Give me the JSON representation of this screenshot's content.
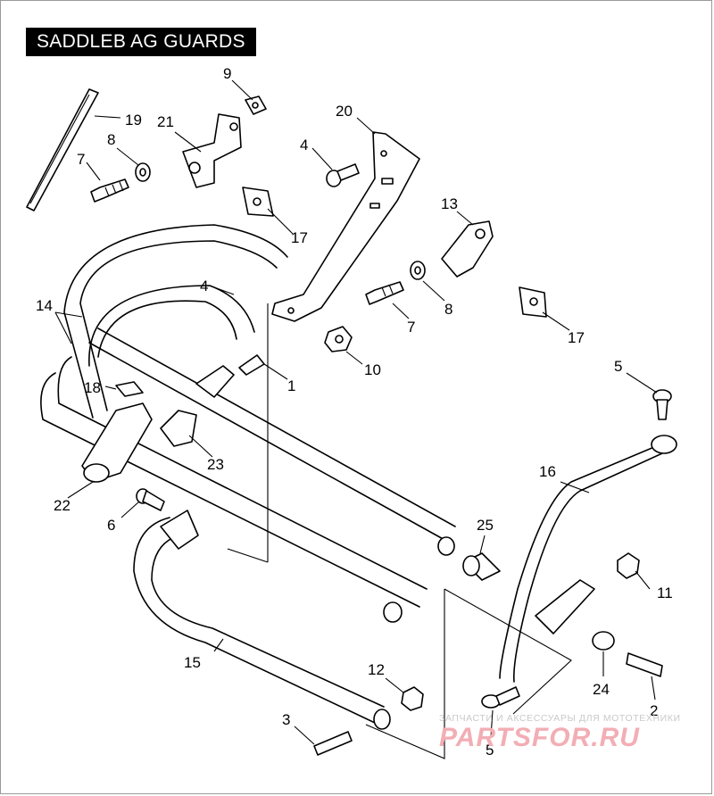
{
  "title": "SADDLEB AG GUARDS",
  "watermark": {
    "tagline": "ЗАПЧАСТИ И АКСЕССУАРЫ ДЛЯ МОТОТЕХНИКИ",
    "logo": "PARTSFOR.RU"
  },
  "callouts": [
    {
      "id": "c9",
      "text": "9"
    },
    {
      "id": "c19",
      "text": "19"
    },
    {
      "id": "c21",
      "text": "21"
    },
    {
      "id": "c8a",
      "text": "8"
    },
    {
      "id": "c7a",
      "text": "7"
    },
    {
      "id": "c20",
      "text": "20"
    },
    {
      "id": "c4a",
      "text": "4"
    },
    {
      "id": "c17a",
      "text": "17"
    },
    {
      "id": "c13",
      "text": "13"
    },
    {
      "id": "c4b",
      "text": "4"
    },
    {
      "id": "c14",
      "text": "14"
    },
    {
      "id": "c8b",
      "text": "8"
    },
    {
      "id": "c7b",
      "text": "7"
    },
    {
      "id": "c17b",
      "text": "17"
    },
    {
      "id": "c10",
      "text": "10"
    },
    {
      "id": "c1",
      "text": "1"
    },
    {
      "id": "c18",
      "text": "18"
    },
    {
      "id": "c5a",
      "text": "5"
    },
    {
      "id": "c23",
      "text": "23"
    },
    {
      "id": "c16",
      "text": "16"
    },
    {
      "id": "c22",
      "text": "22"
    },
    {
      "id": "c6",
      "text": "6"
    },
    {
      "id": "c25",
      "text": "25"
    },
    {
      "id": "c11",
      "text": "11"
    },
    {
      "id": "c15",
      "text": "15"
    },
    {
      "id": "c12",
      "text": "12"
    },
    {
      "id": "c24",
      "text": "24"
    },
    {
      "id": "c2",
      "text": "2"
    },
    {
      "id": "c3",
      "text": "3"
    },
    {
      "id": "c5b",
      "text": "5"
    }
  ]
}
